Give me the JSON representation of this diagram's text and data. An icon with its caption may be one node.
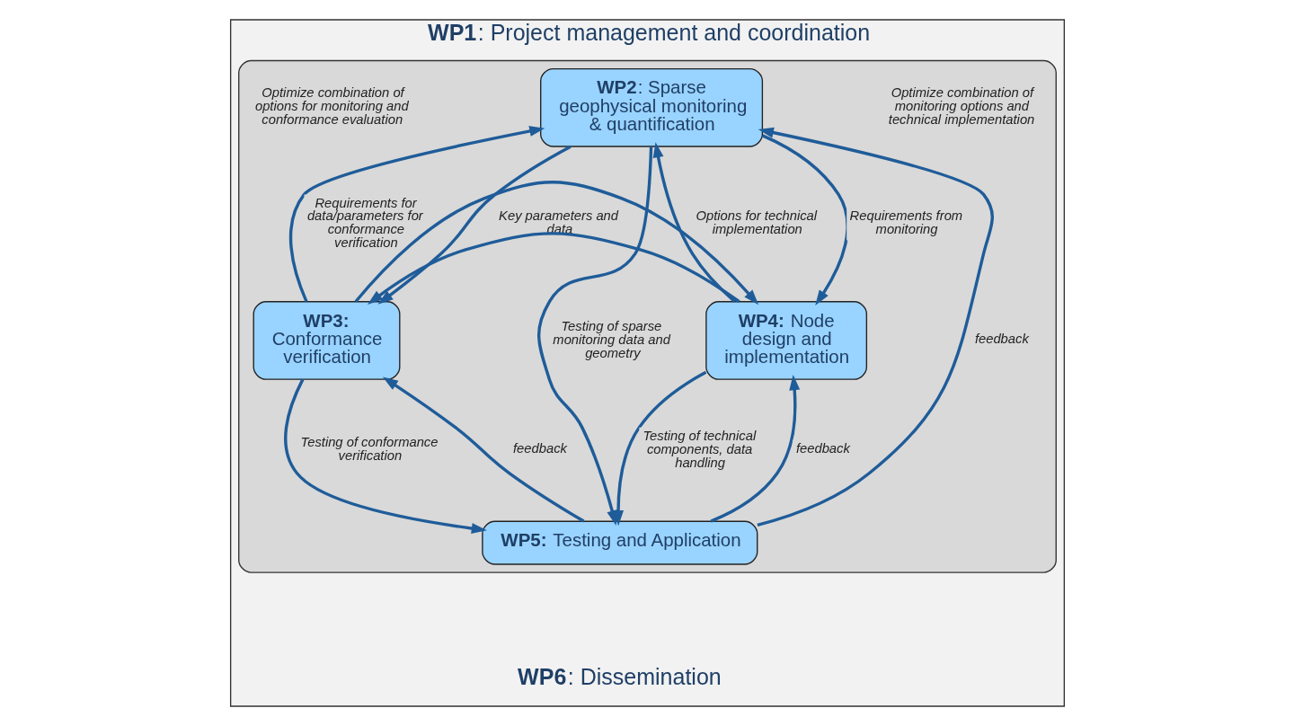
{
  "diagram": {
    "nodes": [
      {
        "text": [
          "**WP1**: Project management and coordination",
          "**WP6**: Dissemination"
        ]
      },
      {
        "text": [],
        "shape": "box",
        "in": 0
      },
      {
        "text": [
          "**WP2**: Sparse geophysical monitoring & quantification"
        ],
        "in": 1
      },
      {
        "text": [
          "**WP3:** Conformance verification"
        ],
        "in": 1
      },
      {
        "text": [
          "**WP4:** Node design and implementation"
        ],
        "in": 1
      },
      {
        "text": [
          "**WP5:** Testing and Application"
        ],
        "in": 1
      }
    ],
    "edges": [
      {
        "from": 3,
        "to": 2,
        "arrow": "to",
        "label": "Requirements for data/parameters for conformance verification"
      },
      {
        "from": 2,
        "to": 3,
        "arrow": "to",
        "label": "Key parameters and data"
      },
      {
        "from": 2,
        "to": 4,
        "arrow": "to",
        "label": "Requirements from monitoring"
      },
      {
        "from": 4,
        "to": 2,
        "arrow": "to",
        "label": "Options for technical implementation"
      },
      {
        "from": 4,
        "to": 3,
        "arrow": "to"
      },
      {
        "from": 3,
        "to": 4,
        "arrow": "to"
      },
      {
        "from": 3,
        "to": 5,
        "arrow": "to",
        "label": "Testing of conformance verification"
      },
      {
        "from": 5,
        "to": 3,
        "arrow": "to",
        "label": "feedback"
      },
      {
        "from": 2,
        "to": 5,
        "arrow": "to",
        "label": "Testing of sparse monitoring data and geometry"
      },
      {
        "from": 5,
        "to": 2,
        "arrow": "to",
        "label": "feedback"
      },
      {
        "from": 5,
        "to": 4,
        "arrow": "to",
        "label": "feedback"
      },
      {
        "from": 4,
        "to": 5,
        "arrow": "to",
        "label": "Testing of technical components, data handling"
      }
    ],
    "labels": [
      "Optimize combination of options for monitoring and conformance evaluation",
      "Optimize combination of monitoring options and technical implementation"
    ]
  }
}
